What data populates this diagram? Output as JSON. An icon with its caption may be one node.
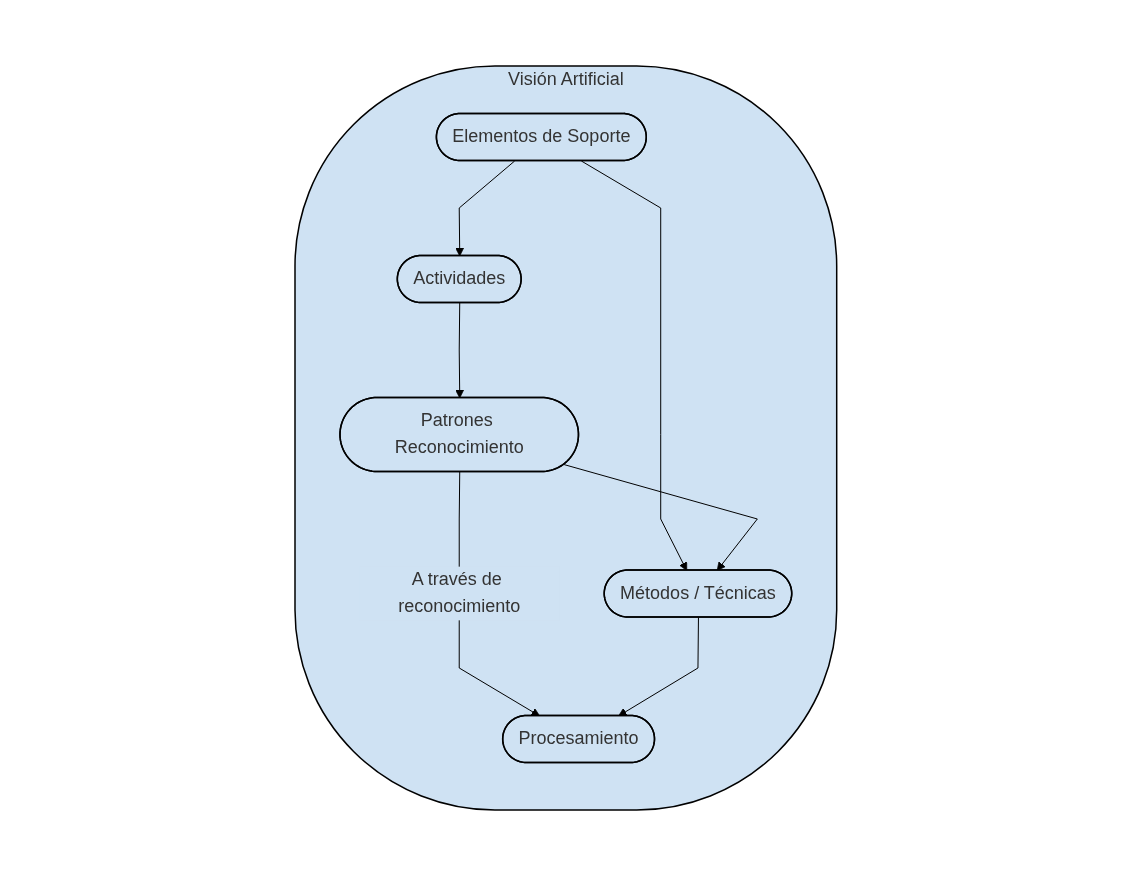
{
  "diagram": {
    "nodes": [
      {
        "text": [
          "Visión Artificial"
        ]
      },
      {
        "text": [
          "Elementos de Soporte"
        ],
        "in": 0
      },
      {
        "text": [
          "Actividades"
        ],
        "in": 0
      },
      {
        "text": [
          "Patrones Reconocimiento"
        ],
        "in": 0
      },
      {
        "text": [
          "Métodos / Técnicas"
        ],
        "in": 0
      },
      {
        "text": [
          "Procesamiento"
        ],
        "in": 0
      }
    ],
    "edges": [
      {
        "from": 1,
        "to": 2,
        "arrow": "to"
      },
      {
        "from": 1,
        "to": 4,
        "arrow": "to"
      },
      {
        "from": 2,
        "to": 3,
        "arrow": "to"
      },
      {
        "from": 3,
        "to": 4,
        "arrow": "to"
      },
      {
        "from": 3,
        "to": 5,
        "arrow": "to",
        "label": "A través de reconocimiento"
      },
      {
        "from": 4,
        "to": 5,
        "arrow": "to"
      }
    ]
  }
}
